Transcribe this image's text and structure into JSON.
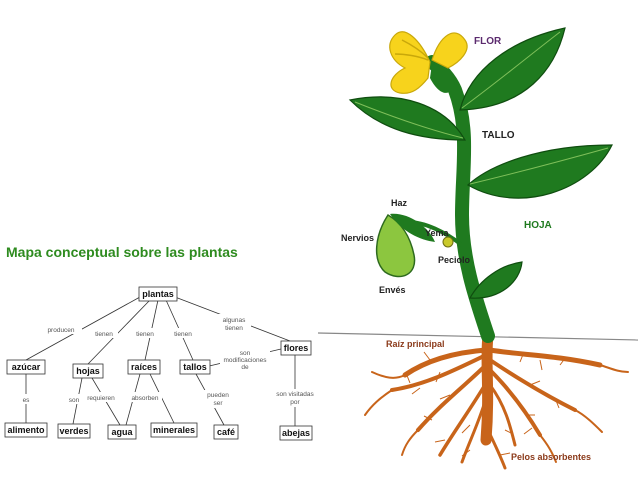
{
  "title": "Mapa conceptual sobre las plantas",
  "concept_map": {
    "nodes": {
      "plantas": "plantas",
      "azucar": "azúcar",
      "hojas": "hojas",
      "raices": "raíces",
      "tallos": "tallos",
      "flores": "flores",
      "alimento": "alimento",
      "verdes": "verdes",
      "agua": "agua",
      "minerales": "minerales",
      "cafe": "café",
      "abejas": "abejas"
    },
    "links": {
      "producen": "producen",
      "tienen1": "tienen",
      "tienen2": "tienen",
      "tienen3": "tienen",
      "algunas1": "algunas",
      "algunas2": "tienen",
      "es": "es",
      "son": "son",
      "requieren": "requieren",
      "absorben": "absorben",
      "son_mod1": "son",
      "son_mod2": "modificaciones",
      "son_mod3": "de",
      "pueden1": "pueden",
      "pueden2": "ser",
      "visit1": "son visitadas",
      "visit2": "por"
    }
  },
  "plant_labels": {
    "flor": "FLOR",
    "tallo": "TALLO",
    "hoja": "HOJA",
    "haz": "Haz",
    "nervios": "Nervios",
    "yema": "Yema",
    "peciolo": "Peciolo",
    "enves": "Envés",
    "raiz": "Raíz principal",
    "pelos": "Pelos absorbentes"
  },
  "colors": {
    "title": "#2e8b1f",
    "leaf": "#1f7a1f",
    "leaf_light": "#8cc63f",
    "flower": "#f7d31c",
    "root": "#c8641a",
    "label_purple": "#5b2a6e",
    "label_green": "#1f7a1f",
    "label_brown": "#8b3a1a"
  }
}
